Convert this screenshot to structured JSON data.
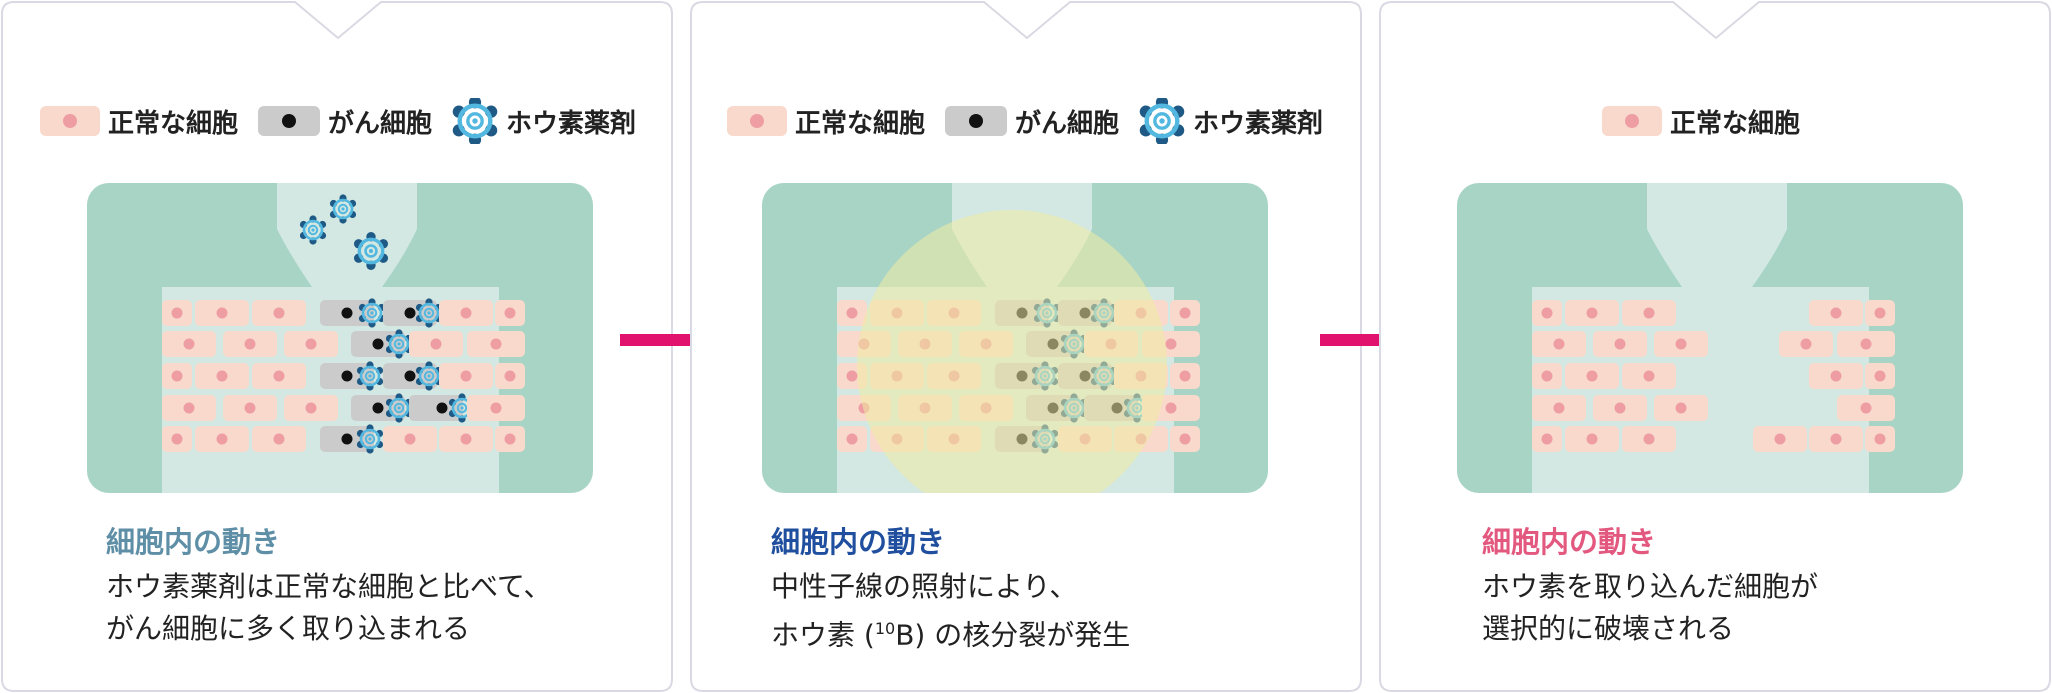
{
  "colors": {
    "border": "#d9d9e3",
    "tissue": "#a8d4c6",
    "vessel": "#d3e8e2",
    "normal_cell": "#f8d9cb",
    "normal_nucleus": "#ee9ea3",
    "cancer_cell": "#cbcbcb",
    "cancer_nucleus": "#111111",
    "drug_outer": "#1f5a86",
    "drug_inner": "#52b8e0",
    "glow": "#f1eba4",
    "arrow": "#e0126e",
    "title_1": "#5e8fa6",
    "title_2": "#1f4f9e",
    "title_3": "#e3587e"
  },
  "legend": {
    "normal_cell": "正常な細胞",
    "cancer_cell": "がん細胞",
    "boron_drug": "ホウ素薬剤"
  },
  "panels": [
    {
      "caption_title": "細胞内の動き",
      "caption_line1": "ホウ素薬剤は正常な細胞と比べて、",
      "caption_line2": "がん細胞に多く取り込まれる"
    },
    {
      "caption_title": "細胞内の動き",
      "caption_line1": "中性子線の照射により、",
      "caption_line2_pre": "ホウ素 (",
      "caption_line2_sup": "10",
      "caption_line2_post": "B) の核分裂が発生"
    },
    {
      "caption_title": "細胞内の動き",
      "caption_line1": "ホウ素を取り込んだ細胞が",
      "caption_line2": "選択的に破壊される"
    }
  ]
}
